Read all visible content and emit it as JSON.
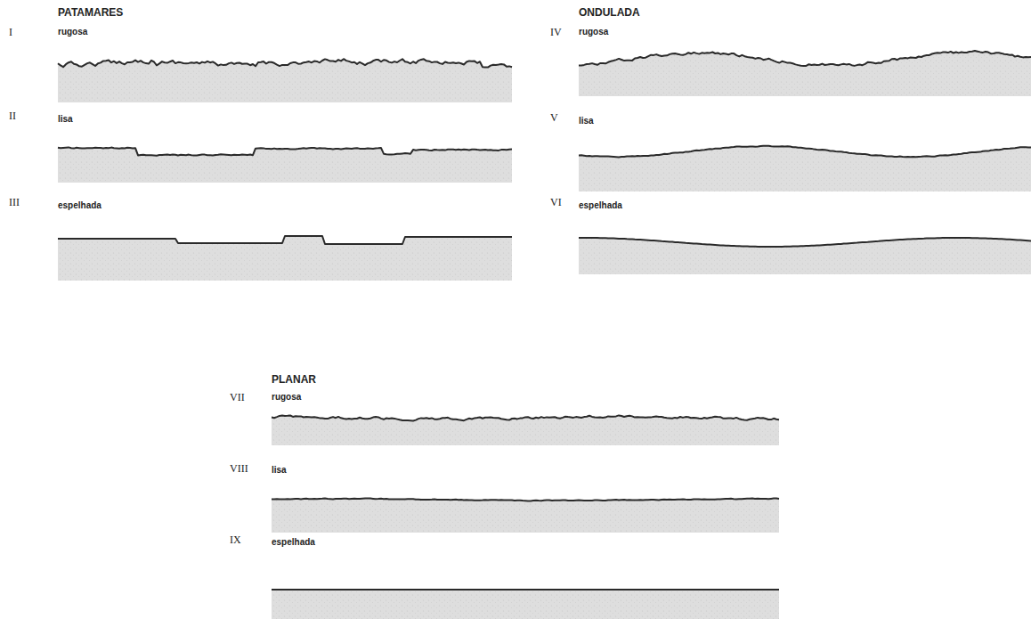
{
  "diagram": {
    "labels": [
      "PATAMARES",
      "I",
      "rugosa",
      "II",
      "lisa",
      "III",
      "espelhada",
      "ONDULADA",
      "IV",
      "rugosa",
      "V",
      "lisa",
      "VI",
      "espelhada",
      "PLANAR",
      "VII",
      "rugosa",
      "VIII",
      "lisa",
      "IX",
      "espelhada"
    ]
  }
}
